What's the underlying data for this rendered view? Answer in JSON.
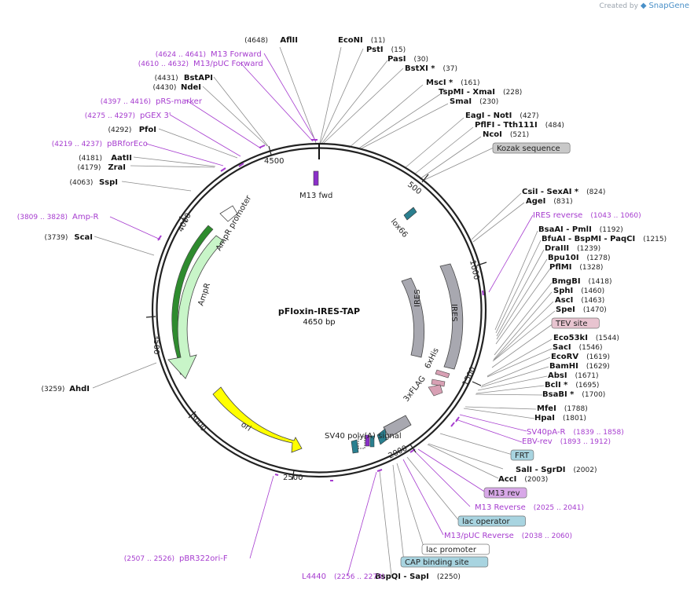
{
  "credit": {
    "prefix": "Created by",
    "brand": "SnapGene"
  },
  "plasmid": {
    "name": "pFloxin-IRES-TAP",
    "length_label": "4650 bp"
  },
  "ticks": [
    "500",
    "1000",
    "1500",
    "2000",
    "2500",
    "3000",
    "3500",
    "4000",
    "4500"
  ],
  "features": [
    "M13 fwd",
    "lox66",
    "IRES",
    "IRES",
    "6xHis",
    "3xFLAG",
    "SV40 poly(A) signal",
    "ori",
    "AmpR",
    "AmpR promoter"
  ],
  "sites": [
    {
      "name": "AflII",
      "pos": "(4648)"
    },
    {
      "name": "EcoNI",
      "pos": "(11)"
    },
    {
      "name": "PstI",
      "pos": "(15)"
    },
    {
      "name": "PasI",
      "pos": "(30)"
    },
    {
      "name": "BstXI",
      "star": "*",
      "pos": "(37)"
    },
    {
      "name": "MscI",
      "star": "*",
      "pos": "(161)"
    },
    {
      "name": "TspMI",
      "extra": "- XmaI",
      "pos": "(228)"
    },
    {
      "name": "SmaI",
      "pos": "(230)"
    },
    {
      "name": "EagI",
      "extra": "- NotI",
      "pos": "(427)"
    },
    {
      "name": "PflFI",
      "extra": "- Tth111I",
      "pos": "(484)"
    },
    {
      "name": "NcoI",
      "pos": "(521)"
    },
    {
      "name": "CsiI",
      "extra": "- SexAI *",
      "pos": "(824)"
    },
    {
      "name": "AgeI",
      "pos": "(831)"
    },
    {
      "name": "BsaAI",
      "extra": "- PmlI",
      "pos": "(1192)"
    },
    {
      "name": "BfuAI",
      "extra": "- BspMI - PaqCI",
      "pos": "(1215)"
    },
    {
      "name": "DraIII",
      "pos": "(1239)"
    },
    {
      "name": "Bpu10I",
      "pos": "(1278)"
    },
    {
      "name": "PflMI",
      "pos": "(1328)"
    },
    {
      "name": "BmgBI",
      "pos": "(1418)"
    },
    {
      "name": "SphI",
      "pos": "(1460)"
    },
    {
      "name": "AscI",
      "pos": "(1463)"
    },
    {
      "name": "SpeI",
      "pos": "(1470)"
    },
    {
      "name": "Eco53kI",
      "pos": "(1544)"
    },
    {
      "name": "SacI",
      "pos": "(1546)"
    },
    {
      "name": "EcoRV",
      "pos": "(1619)"
    },
    {
      "name": "BamHI",
      "pos": "(1629)"
    },
    {
      "name": "AbsI",
      "pos": "(1671)"
    },
    {
      "name": "BclI",
      "star": "*",
      "pos": "(1695)"
    },
    {
      "name": "BsaBI",
      "star": "*",
      "pos": "(1700)"
    },
    {
      "name": "MfeI",
      "pos": "(1788)"
    },
    {
      "name": "HpaI",
      "pos": "(1801)"
    },
    {
      "name": "SalI",
      "extra": "- SgrDI",
      "pos": "(2002)"
    },
    {
      "name": "AccI",
      "pos": "(2003)"
    },
    {
      "name": "BspQI",
      "extra": "- SapI",
      "pos": "(2250)"
    },
    {
      "name": "AhdI",
      "pos": "(3259)"
    },
    {
      "name": "ScaI",
      "pos": "(3739)"
    },
    {
      "name": "SspI",
      "pos": "(4063)"
    },
    {
      "name": "ZraI",
      "pos": "(4179)"
    },
    {
      "name": "AatII",
      "pos": "(4181)"
    },
    {
      "name": "PfoI",
      "pos": "(4292)"
    },
    {
      "name": "NdeI",
      "pos": "(4430)"
    },
    {
      "name": "BstAPI",
      "pos": "(4431)"
    }
  ],
  "primers": [
    {
      "name": "M13 Forward",
      "range": "(4624 .. 4641)"
    },
    {
      "name": "M13/pUC Forward",
      "range": "(4610 .. 4632)"
    },
    {
      "name": "pRS-marker",
      "range": "(4397 .. 4416)"
    },
    {
      "name": "pGEX 3'",
      "range": "(4275 .. 4297)"
    },
    {
      "name": "pBRforEco",
      "range": "(4219 .. 4237)"
    },
    {
      "name": "Amp-R",
      "range": "(3809 .. 3828)"
    },
    {
      "name": "IRES reverse",
      "range": "(1043 .. 1060)"
    },
    {
      "name": "SV40pA-R",
      "range": "(1839 .. 1858)"
    },
    {
      "name": "EBV-rev",
      "range": "(1893 .. 1912)"
    },
    {
      "name": "M13 Reverse",
      "range": "(2025 .. 2041)"
    },
    {
      "name": "M13/pUC Reverse",
      "range": "(2038 .. 2060)"
    },
    {
      "name": "pBR322ori-F",
      "range": "(2507 .. 2526)"
    },
    {
      "name": "L4440",
      "range": "(2256 .. 2273)"
    }
  ],
  "boxes": [
    {
      "name": "Kozak sequence",
      "color": "#c8c8c8"
    },
    {
      "name": "TEV site",
      "color": "#e8c4d0"
    },
    {
      "name": "FRT",
      "color": "#a8d4e0"
    },
    {
      "name": "M13 rev",
      "color": "#d8a8e8"
    },
    {
      "name": "lac operator",
      "color": "#a8d4e0"
    },
    {
      "name": "lac promoter",
      "color": "#ffffff"
    },
    {
      "name": "CAP binding site",
      "color": "#a8d4e0"
    }
  ],
  "colors": {
    "ampr": "#c8f5c8",
    "ori": "#ffff00",
    "ires": "#a8a8b0",
    "primer": "#a63ccf",
    "tag": "#d8a0b4",
    "lox": "#2a7f8f"
  }
}
